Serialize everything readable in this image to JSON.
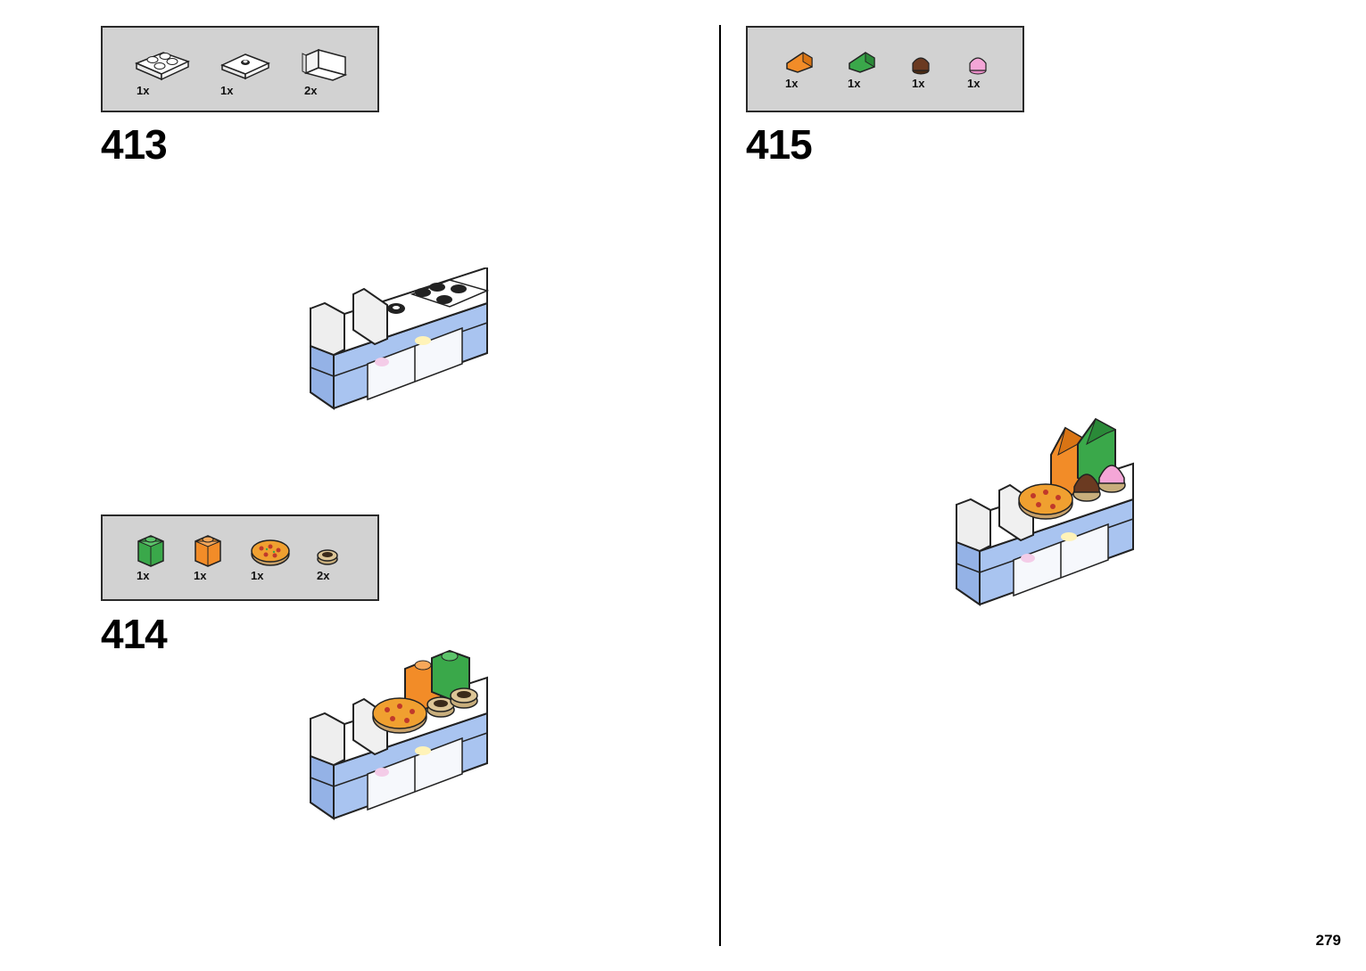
{
  "steps": [
    {
      "number": "413",
      "parts": [
        {
          "icon": "white-2x2-plate-icon",
          "qty": "1x"
        },
        {
          "icon": "white-2x2-jumper-tile-icon",
          "qty": "1x"
        },
        {
          "icon": "white-1x2x1-panel-icon",
          "qty": "2x"
        }
      ]
    },
    {
      "number": "414",
      "parts": [
        {
          "icon": "green-1x1-brick-icon",
          "qty": "1x"
        },
        {
          "icon": "orange-1x1-brick-icon",
          "qty": "1x"
        },
        {
          "icon": "pizza-round-tile-icon",
          "qty": "1x"
        },
        {
          "icon": "tan-round-plate-icon",
          "qty": "2x"
        }
      ]
    },
    {
      "number": "415",
      "parts": [
        {
          "icon": "orange-slope-icon",
          "qty": "1x"
        },
        {
          "icon": "green-slope-icon",
          "qty": "1x"
        },
        {
          "icon": "brown-cupcake-icon",
          "qty": "1x"
        },
        {
          "icon": "pink-cupcake-icon",
          "qty": "1x"
        }
      ]
    }
  ],
  "page_number": "279",
  "colors": {
    "parts_box_bg": "#d2d2d2",
    "light_blue": "#a9c4f0",
    "green": "#3aa84a",
    "orange": "#f28c28",
    "tan": "#dcc596",
    "brown": "#6b3a21",
    "pink": "#f4a6d7"
  }
}
